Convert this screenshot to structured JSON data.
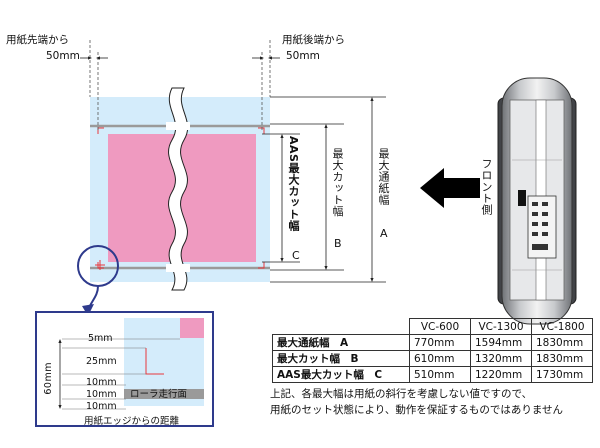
{
  "labels": {
    "paper_front": "用紙先端から",
    "paper_front_dist": "50mm",
    "paper_rear": "用紙後端から",
    "paper_rear_dist": "50mm",
    "aas_max_cut": "AAS最大カット幅",
    "aas_letter": "C",
    "max_cut": "最大カット幅",
    "max_cut_letter": "B",
    "max_pass": "最大通紙幅",
    "max_pass_letter": "A",
    "front_side": "フロント側"
  },
  "detail": {
    "dim_5mm": "5mm",
    "dim_25mm": "25mm",
    "dim_10mm_1": "10mm",
    "dim_10mm_2": "10mm",
    "dim_10mm_3": "10mm",
    "dim_60mm": "60mm",
    "roller_label": "ローラ走行面",
    "caption": "用紙エッジからの距離"
  },
  "table": {
    "columns": [
      "VC-600",
      "VC-1300",
      "VC-1800"
    ],
    "rows": [
      {
        "label": "最大通紙幅　A",
        "values": [
          "770mm",
          "1594mm",
          "1830mm"
        ]
      },
      {
        "label": "最大カット幅　B",
        "values": [
          "610mm",
          "1320mm",
          "1830mm"
        ]
      },
      {
        "label": "AAS最大カット幅　C",
        "values": [
          "510mm",
          "1220mm",
          "1730mm"
        ]
      }
    ]
  },
  "notes": {
    "line1": "上記、各最大幅は用紙の斜行を考慮しない値ですので、",
    "line2": "用紙のセット状態により、動作を保証するものではありません"
  },
  "colors": {
    "paper": "#d4ecfb",
    "cut_area": "#ef9ac0",
    "mark": "#e8383d",
    "arrow_blue": "#2e3a8c",
    "roller": "#9a9a9a"
  }
}
